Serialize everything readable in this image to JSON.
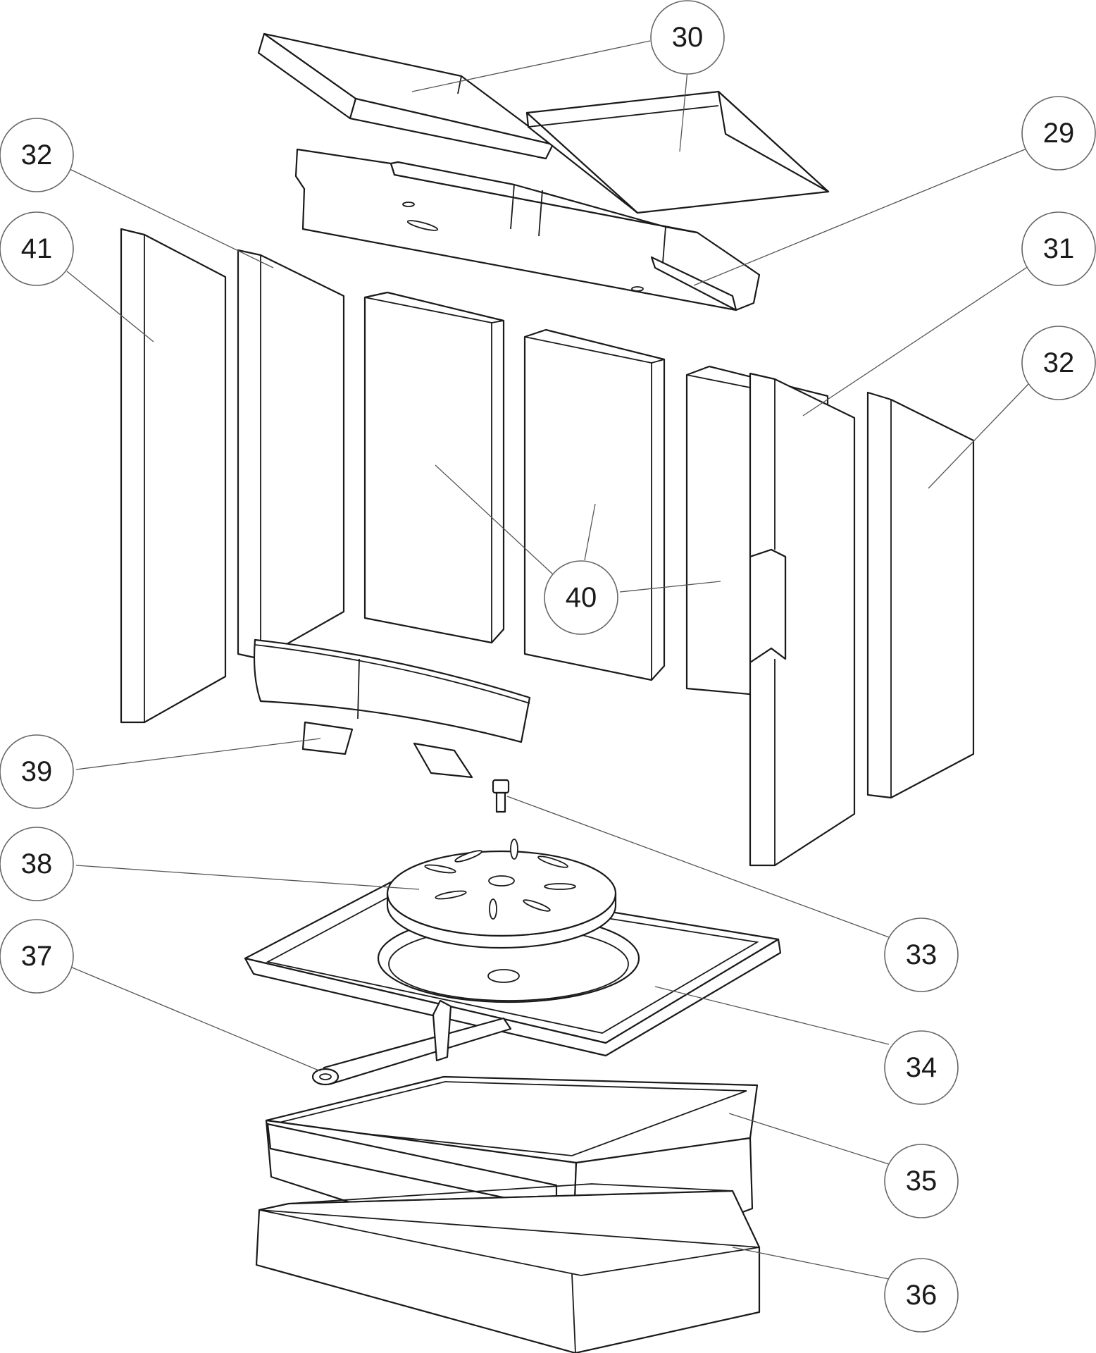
{
  "callouts": [
    {
      "id": "30",
      "label": "30"
    },
    {
      "id": "29",
      "label": "29"
    },
    {
      "id": "32",
      "label": "32"
    },
    {
      "id": "41",
      "label": "41"
    },
    {
      "id": "31",
      "label": "31"
    },
    {
      "id": "32b",
      "label": "32"
    },
    {
      "id": "40",
      "label": "40"
    },
    {
      "id": "39",
      "label": "39"
    },
    {
      "id": "38",
      "label": "38"
    },
    {
      "id": "33",
      "label": "33"
    },
    {
      "id": "37",
      "label": "37"
    },
    {
      "id": "34",
      "label": "34"
    },
    {
      "id": "35",
      "label": "35"
    },
    {
      "id": "36",
      "label": "36"
    }
  ]
}
